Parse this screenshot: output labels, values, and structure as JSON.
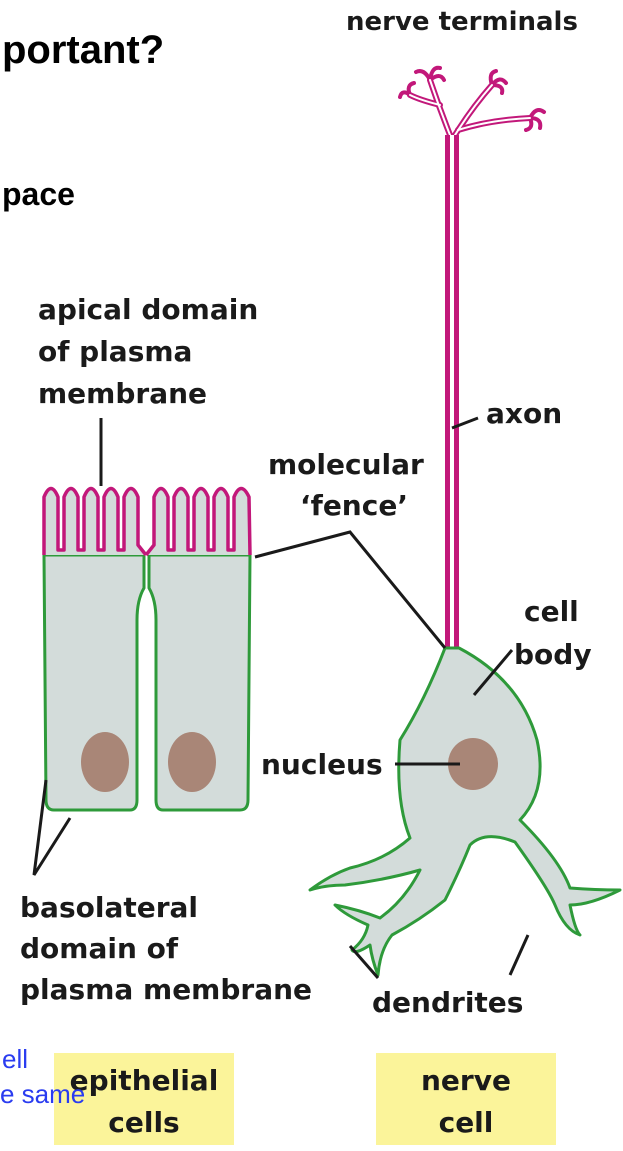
{
  "slide": {
    "title_fragment": "portant?",
    "subtitle_fragment": "pace",
    "footnote_line1": "ell",
    "footnote_line2": "e same"
  },
  "labels": {
    "nerve_terminals": "nerve terminals",
    "apical_line1": "apical domain",
    "apical_line2": "of plasma",
    "apical_line3": "membrane",
    "axon": "axon",
    "molecular_line1": "molecular",
    "molecular_line2": "‘fence’",
    "cell_body_line1": "cell",
    "cell_body_line2": "body",
    "nucleus": "nucleus",
    "basolateral_line1": "basolateral",
    "basolateral_line2": "domain of",
    "basolateral_line3": "plasma membrane",
    "dendrites": "dendrites",
    "epithelial_line1": "epithelial",
    "epithelial_line2": "cells",
    "nerve_cell_line1": "nerve",
    "nerve_cell_line2": "cell"
  },
  "colors": {
    "apical_membrane": "#c2187a",
    "basolateral_membrane": "#2e9a3a",
    "cytoplasm": "#d3dcda",
    "nucleus": "#a98677",
    "caption_box": "#fbf49a",
    "leader_line": "#1a1a1a"
  }
}
